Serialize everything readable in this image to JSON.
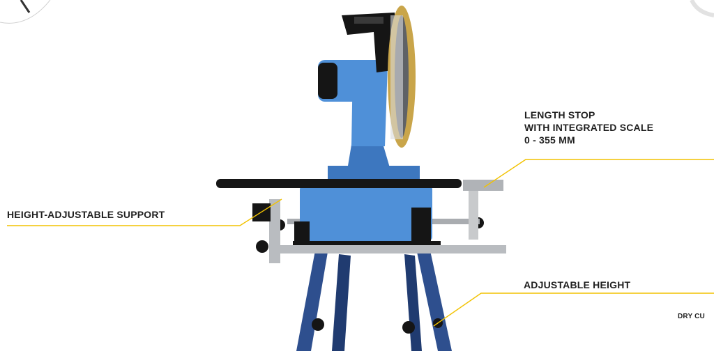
{
  "colors": {
    "accent_line": "#f2c200",
    "machine_blue": "#4f90d8",
    "machine_black": "#161616",
    "steel": "#b9bcc0",
    "blade_gold": "#c9a54a"
  },
  "callouts": {
    "length_stop": [
      "LENGTH STOP",
      "WITH INTEGRATED SCALE",
      "0 - 355 MM"
    ],
    "height_support": "HEIGHT-ADJUSTABLE SUPPORT",
    "adjustable_height": "ADJUSTABLE HEIGHT",
    "dry_cut": "DRY CU"
  }
}
